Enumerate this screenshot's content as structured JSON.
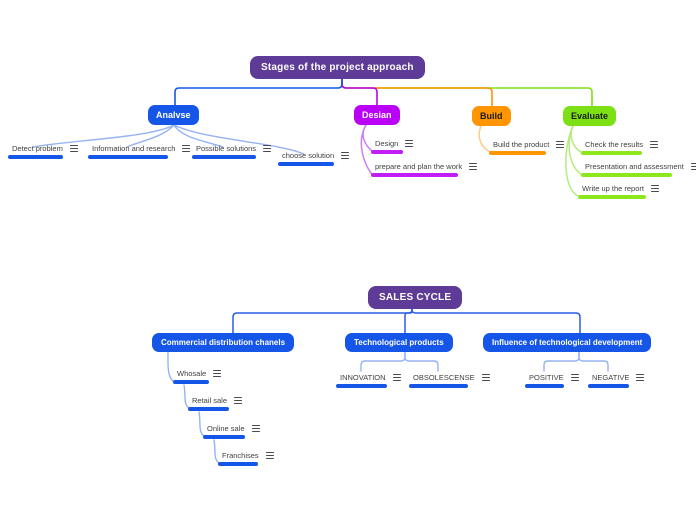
{
  "app": {
    "description": "mind map canvas with two maps"
  },
  "icons": {
    "menu": "≡"
  },
  "colors": {
    "root_purple": "#5d3b96",
    "branch_blue": "#1556e8",
    "branch_magenta": "#bb00f7",
    "branch_orange": "#ff9500",
    "branch_green": "#7de014",
    "wire_light_blue": "#96b3f2",
    "wire_light_magenta": "#cd7ff0",
    "wire_light_orange": "#ffc98c",
    "wire_light_green": "#b5ec7d",
    "leaf_text": "#3f3f3f"
  },
  "map1": {
    "root_label": "Stages of the project approach",
    "branches": [
      {
        "label": "Analvse",
        "color": "#1556e8",
        "children": [
          {
            "label": "Detect problem"
          },
          {
            "label": "Information and research"
          },
          {
            "label": "Possible solutions"
          },
          {
            "label": "choose solution"
          }
        ]
      },
      {
        "label": "Desian",
        "color": "#bb00f7",
        "children": [
          {
            "label": "Design"
          },
          {
            "label": "prepare and plan the work"
          }
        ]
      },
      {
        "label": "Build",
        "color": "#ff9500",
        "children": [
          {
            "label": "Build the product"
          }
        ]
      },
      {
        "label": "Evaluate",
        "color": "#7de014",
        "children": [
          {
            "label": "Check the results"
          },
          {
            "label": "Presentation and assessment"
          },
          {
            "label": "Write up the report"
          }
        ]
      }
    ]
  },
  "map2": {
    "root_label": "SALES CYCLE",
    "branches": [
      {
        "label": "Commercial distribution chanels",
        "color": "#1556e8",
        "children": [
          {
            "label": "Whosale"
          },
          {
            "label": "Retail sale"
          },
          {
            "label": "Online sale"
          },
          {
            "label": "Franchises"
          }
        ]
      },
      {
        "label": "Technological products",
        "color": "#1556e8",
        "children": [
          {
            "label": "INNOVATION"
          },
          {
            "label": "OBSOLESCENSE"
          }
        ]
      },
      {
        "label": "Influence of technological development",
        "color": "#1556e8",
        "children": [
          {
            "label": "POSITIVE"
          },
          {
            "label": "NEGATIVE"
          }
        ]
      }
    ]
  }
}
